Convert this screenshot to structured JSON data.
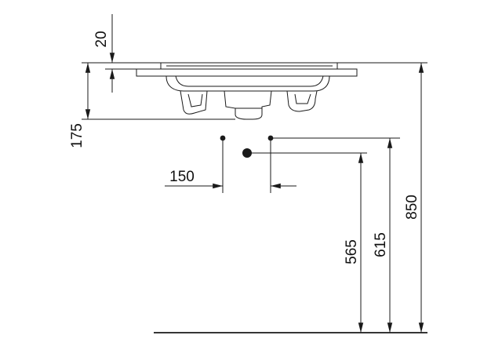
{
  "diagram": {
    "view": "side-elevation",
    "subject": "wall-mounted-washbasin",
    "line_color": "#1a1a1a",
    "background_color": "#ffffff",
    "dimensions": {
      "rim_thickness": "20",
      "waste_height": "175",
      "pipe_spacing": "150",
      "waste_outlet_height": "565",
      "supply_height": "615",
      "rim_height": "850"
    }
  }
}
